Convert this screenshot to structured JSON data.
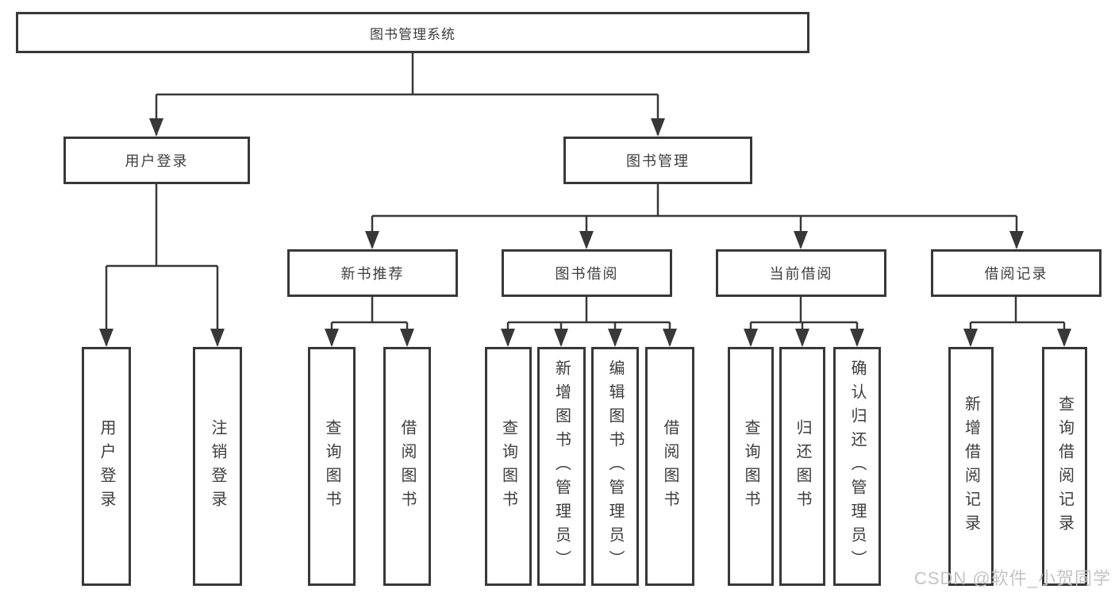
{
  "tree": {
    "root": "图书管理系统",
    "branches": [
      {
        "label": "用户登录",
        "leaves": [
          "用户登录",
          "注销登录"
        ]
      },
      {
        "label": "图书管理",
        "groups": [
          {
            "label": "新书推荐",
            "leaves": [
              "查询图书",
              "借阅图书"
            ]
          },
          {
            "label": "图书借阅",
            "leaves": [
              "查询图书",
              "新增图书（管理员）",
              "编辑图书（管理员）",
              "借阅图书"
            ]
          },
          {
            "label": "当前借阅",
            "leaves": [
              "查询图书",
              "归还图书",
              "确认归还（管理员）"
            ]
          },
          {
            "label": "借阅记录",
            "leaves": [
              "新增借阅记录",
              "查询借阅记录"
            ]
          }
        ]
      }
    ]
  },
  "watermark": "CSDN @软件_小贺同学",
  "colors": {
    "line": "#383838",
    "box_border": "#383838",
    "text": "#3d3d3d",
    "watermark": "#c3c3c3",
    "background": "#ffffff"
  }
}
